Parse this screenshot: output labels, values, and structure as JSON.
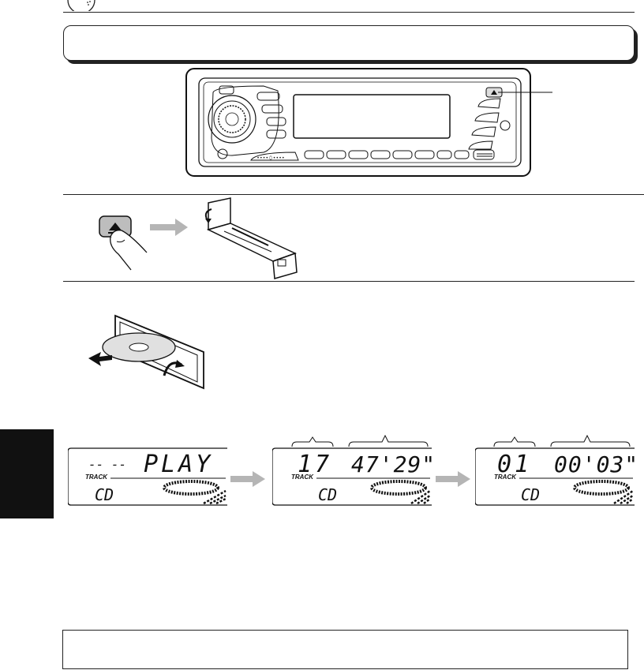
{
  "header": {
    "icon": "cd-disc-icon"
  },
  "title_bar": {
    "text": ""
  },
  "lcd_display": {
    "label": "TRACK",
    "screens": [
      {
        "track": "-- --",
        "main": "PLAY",
        "source": "CD"
      },
      {
        "track": "17",
        "main": "47'29\"",
        "source": "CD"
      },
      {
        "track": "01",
        "main": "00'03\"",
        "source": "CD"
      }
    ]
  },
  "note_box": {
    "text": ""
  },
  "colors": {
    "ink": "#111111",
    "arrow_gray": "#b5b5b5",
    "tab_black": "#111111"
  }
}
